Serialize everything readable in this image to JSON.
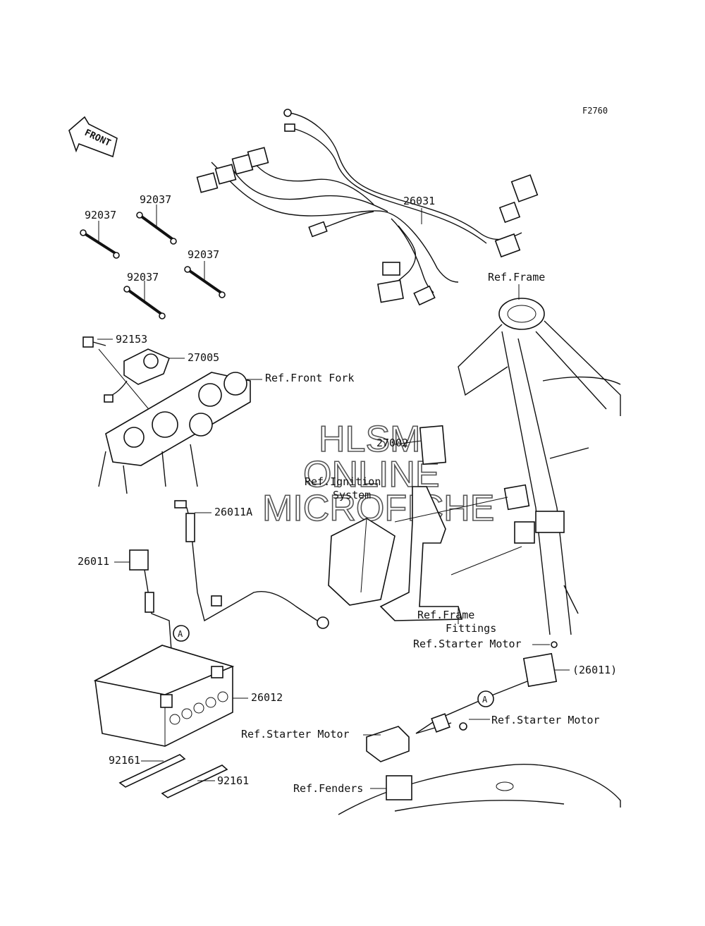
{
  "figure_code": "F2760",
  "front_arrow": "FRONT",
  "watermark": {
    "line1": "HLSM",
    "line2": "ONLINE",
    "line3": "MICROFICHE"
  },
  "labels": {
    "p26031": "26031",
    "p92037_a": "92037",
    "p92037_b": "92037",
    "p92037_c": "92037",
    "p92037_d": "92037",
    "p92153": "92153",
    "p27005": "27005",
    "ref_front_fork": "Ref.Front Fork",
    "ref_frame": "Ref.Frame",
    "p27002": "27002",
    "ref_ignition_1": "Ref.Ignition",
    "ref_ignition_2": "System",
    "p26011a": "26011A",
    "p26011": "26011",
    "p26012": "26012",
    "ref_frame_fittings_1": "Ref.Frame",
    "ref_frame_fittings_2": "Fittings",
    "ref_starter_motor_1": "Ref.Starter Motor",
    "p26011_paren": "(26011)",
    "ref_starter_motor_2": "Ref.Starter Motor",
    "ref_starter_motor_3": "Ref.Starter Motor",
    "ref_fenders": "Ref.Fenders",
    "p92161_a": "92161",
    "p92161_b": "92161",
    "circle_a1": "A",
    "circle_a2": "A"
  }
}
